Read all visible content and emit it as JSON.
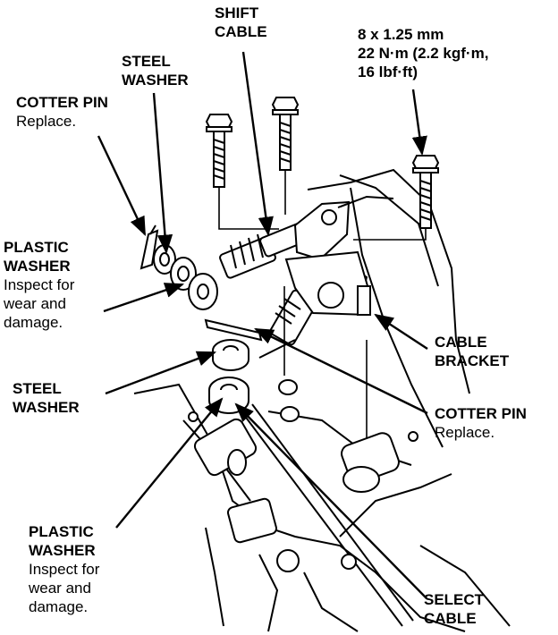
{
  "labels": {
    "shift_cable": [
      "SHIFT",
      "CABLE"
    ],
    "torque_spec": [
      "8 x 1.25 mm",
      "22 N·m (2.2 kgf·m,",
      "16 lbf·ft)"
    ],
    "steel_washer_top": [
      "STEEL",
      "WASHER"
    ],
    "cotter_pin_top": {
      "name": "COTTER PIN",
      "note": "Replace."
    },
    "plastic_washer_top": {
      "name": [
        "PLASTIC",
        "WASHER"
      ],
      "note": [
        "Inspect for",
        "wear and",
        "damage."
      ]
    },
    "cable_bracket": [
      "CABLE",
      "BRACKET"
    ],
    "steel_washer_bottom": [
      "STEEL",
      "WASHER"
    ],
    "cotter_pin_bottom": {
      "name": "COTTER PIN",
      "note": "Replace."
    },
    "plastic_washer_bottom": {
      "name": [
        "PLASTIC",
        "WASHER"
      ],
      "note": [
        "Inspect for",
        "wear and",
        "damage."
      ]
    },
    "select_cable": [
      "SELECT",
      "CABLE"
    ]
  },
  "colors": {
    "ink": "#000000",
    "paper": "#ffffff"
  }
}
